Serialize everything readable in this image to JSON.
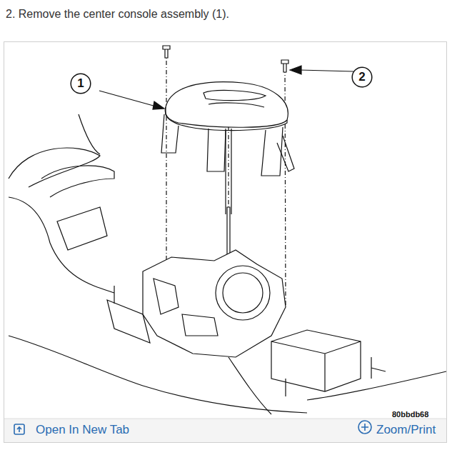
{
  "diagram": {
    "title": "2. Remove the center console assembly (1).",
    "nodes": [
      {
        "text": [
          "1"
        ]
      },
      {
        "text": [
          "2"
        ]
      }
    ],
    "labels": [
      "80bbdb68",
      "Open In New Tab",
      "Zoom/Print"
    ]
  }
}
